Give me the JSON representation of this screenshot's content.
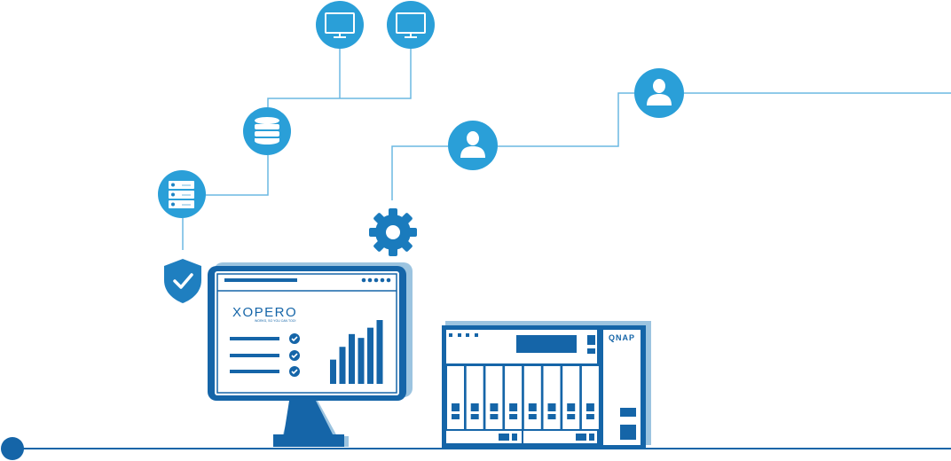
{
  "colors": {
    "node": "#2a9fd8",
    "dark": "#1565a8",
    "line": "#6cb8e2",
    "shadow": "#9cc4e0"
  },
  "nodes": [
    {
      "id": "workstation-1",
      "icon": "desktop-icon"
    },
    {
      "id": "workstation-2",
      "icon": "desktop-icon"
    },
    {
      "id": "database",
      "icon": "database-icon"
    },
    {
      "id": "server",
      "icon": "server-icon"
    },
    {
      "id": "security",
      "icon": "shield-check-icon"
    },
    {
      "id": "settings",
      "icon": "gear-icon"
    },
    {
      "id": "user-1",
      "icon": "user-icon"
    },
    {
      "id": "user-2",
      "icon": "user-icon"
    }
  ],
  "monitor": {
    "logo": "XOPERO",
    "tagline": "WORKS, SO YOU CAN TOO!",
    "bars": [
      0.38,
      0.58,
      0.78,
      0.72,
      0.88,
      1.0
    ]
  },
  "nas": {
    "brand": "QNAP",
    "bays": 8
  }
}
